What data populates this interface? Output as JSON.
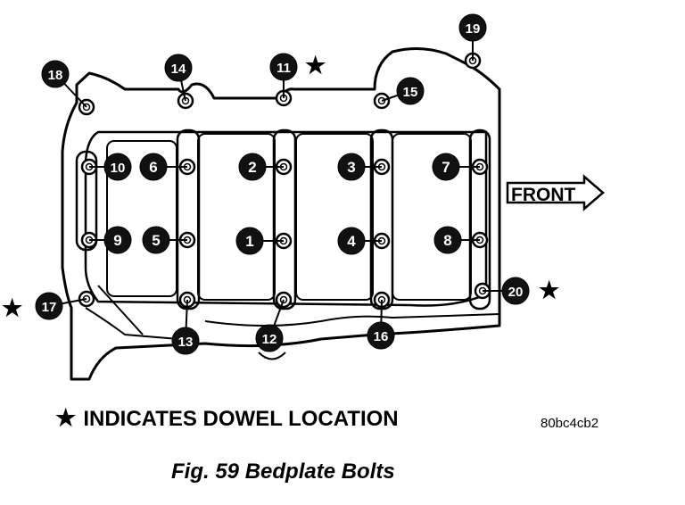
{
  "front_label": "FRONT",
  "legend_star": "★",
  "legend_text": "INDICATES DOWEL LOCATION",
  "image_code": "80bc4cb2",
  "caption": "Fig. 59 Bedplate Bolts",
  "dowel_star": "★",
  "bolts": [
    {
      "n": "1"
    },
    {
      "n": "2"
    },
    {
      "n": "3"
    },
    {
      "n": "4"
    },
    {
      "n": "5"
    },
    {
      "n": "6"
    },
    {
      "n": "7"
    },
    {
      "n": "8"
    },
    {
      "n": "9"
    },
    {
      "n": "10"
    },
    {
      "n": "11"
    },
    {
      "n": "12"
    },
    {
      "n": "13"
    },
    {
      "n": "14"
    },
    {
      "n": "15"
    },
    {
      "n": "16"
    },
    {
      "n": "17"
    },
    {
      "n": "18"
    },
    {
      "n": "19"
    },
    {
      "n": "20"
    }
  ]
}
